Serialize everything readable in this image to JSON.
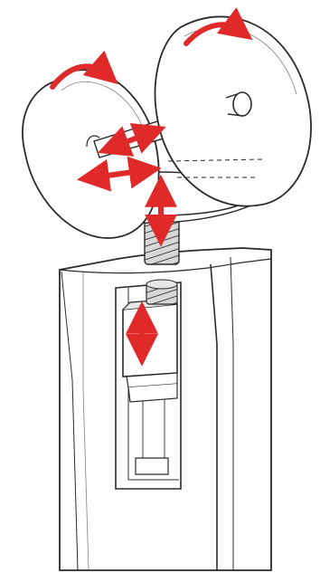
{
  "figure": {
    "kind": "mechanical sketch",
    "parts": [
      "left-disc",
      "right-disc",
      "bottom-disc",
      "axle",
      "threaded-screw",
      "housing-block",
      "inner-slot",
      "sliding-block"
    ],
    "arrows": [
      {
        "name": "left-disc-rotation-arrow",
        "type": "curved"
      },
      {
        "name": "right-disc-rotation-arrow",
        "type": "curved"
      },
      {
        "name": "axle-double-arrow",
        "type": "double"
      },
      {
        "name": "bottom-disc-double-arrow",
        "type": "double"
      },
      {
        "name": "screw-vertical-double-arrow",
        "type": "double"
      },
      {
        "name": "slot-vertical-double-arrow",
        "type": "double"
      }
    ]
  },
  "colors": {
    "ink": "#2a2a2a",
    "accent": "#e02a2a",
    "paper": "#ffffff",
    "shade": "#e6e6e6"
  }
}
